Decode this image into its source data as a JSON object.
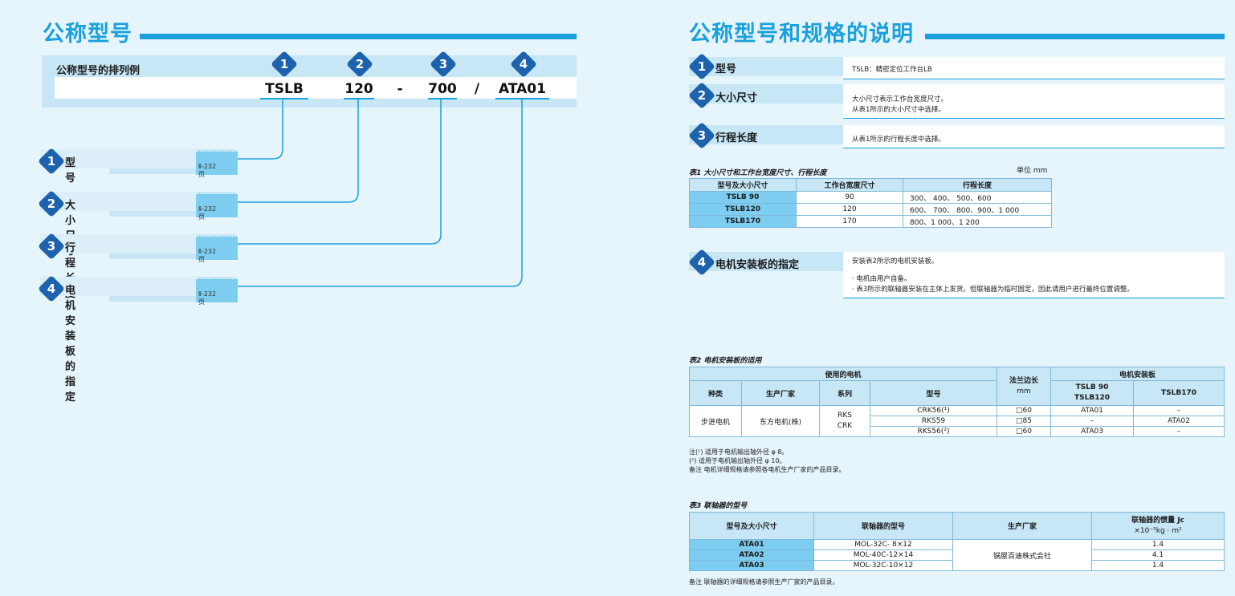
{
  "left": {
    "title": "公称型号",
    "example_label": "公称型号的排列例",
    "codes": [
      "TSLB",
      "120",
      "-",
      "700",
      "/",
      "ATA01"
    ],
    "numbers": [
      "1",
      "2",
      "3",
      "4"
    ],
    "items": [
      {
        "label": "型号",
        "page": "Ⅱ-232页"
      },
      {
        "label": "大小尺寸",
        "page": "Ⅱ-232页"
      },
      {
        "label": "行程长度",
        "page": "Ⅱ-232页"
      },
      {
        "label": "电机安装板的指定",
        "page": "Ⅱ-232页"
      }
    ]
  },
  "right": {
    "title": "公称型号和规格的说明",
    "specs": [
      {
        "num": "1",
        "label": "型号",
        "desc": [
          "TSLB：精密定位工作台LB"
        ]
      },
      {
        "num": "2",
        "label": "大小尺寸",
        "desc": [
          "大小尺寸表示工作台宽度尺寸。",
          "从表1所示的大小尺寸中选择。"
        ]
      },
      {
        "num": "3",
        "label": "行程长度",
        "desc": [
          "从表1所示的行程长度中选择。"
        ]
      },
      {
        "num": "4",
        "label": "电机安装板的指定",
        "desc": [
          "安装表2所示的电机安装板。",
          "· 电机由用户自备。",
          "· 表3所示的联轴器安装在主体上发货。但联轴器为临时固定，因此请用户进行最终位置调整。"
        ]
      }
    ],
    "table1": {
      "title": "表1 大小尺寸和工作台宽度尺寸、行程长度",
      "unit": "单位 mm",
      "headers": [
        "型号及大小尺寸",
        "工作台宽度尺寸",
        "行程长度"
      ],
      "rows": [
        [
          "TSLB  90",
          "90",
          "300、  400、  500、600"
        ],
        [
          "TSLB120",
          "120",
          "600、  700、  800、900、1 000"
        ],
        [
          "TSLB170",
          "170",
          "800、1 000、1 200"
        ]
      ]
    },
    "table2": {
      "title": "表2 电机安装板的适用",
      "h_motor": "使用的电机",
      "h_flange": "法兰边长",
      "h_flange_unit": "mm",
      "h_plate": "电机安装板",
      "h_kind": "种类",
      "h_maker": "生产厂家",
      "h_series": "系列",
      "h_model": "型号",
      "h_col1a": "TSLB  90",
      "h_col1b": "TSLB120",
      "h_col2": "TSLB170",
      "kind": "步进电机",
      "maker": "东方电机(株)",
      "series_a": "RKS",
      "series_b": "CRK",
      "rows": [
        [
          "CRK56(¹)",
          "□60",
          "ATA01",
          "–"
        ],
        [
          "RKS59",
          "□85",
          "–",
          "ATA02"
        ],
        [
          "RKS56(²)",
          "□60",
          "ATA03",
          "–"
        ]
      ],
      "notes": [
        "注(¹)   适用于电机输出轴外径 φ 8。",
        "   (²)   适用于电机输出轴外径 φ 10。",
        "备注    电机详细规格请参照各电机生产厂家的产品目录。"
      ]
    },
    "table3": {
      "title": "表3 联轴器的型号",
      "headers": [
        "型号及大小尺寸",
        "联轴器的型号",
        "生产厂家"
      ],
      "h_inertia": "联轴器的惯量  Jc",
      "h_inertia_unit": "×10⁻⁵kg · m²",
      "maker": "锅屋百迪株式会社",
      "rows": [
        [
          "ATA01",
          "MOL-32C-  8×12",
          "1.4"
        ],
        [
          "ATA02",
          "MOL-40C-12×14",
          "4.1"
        ],
        [
          "ATA03",
          "MOL-32C-10×12",
          "1.4"
        ]
      ],
      "note": "备注   联轴器的详细规格请参照生产厂家的产品目录。"
    }
  }
}
